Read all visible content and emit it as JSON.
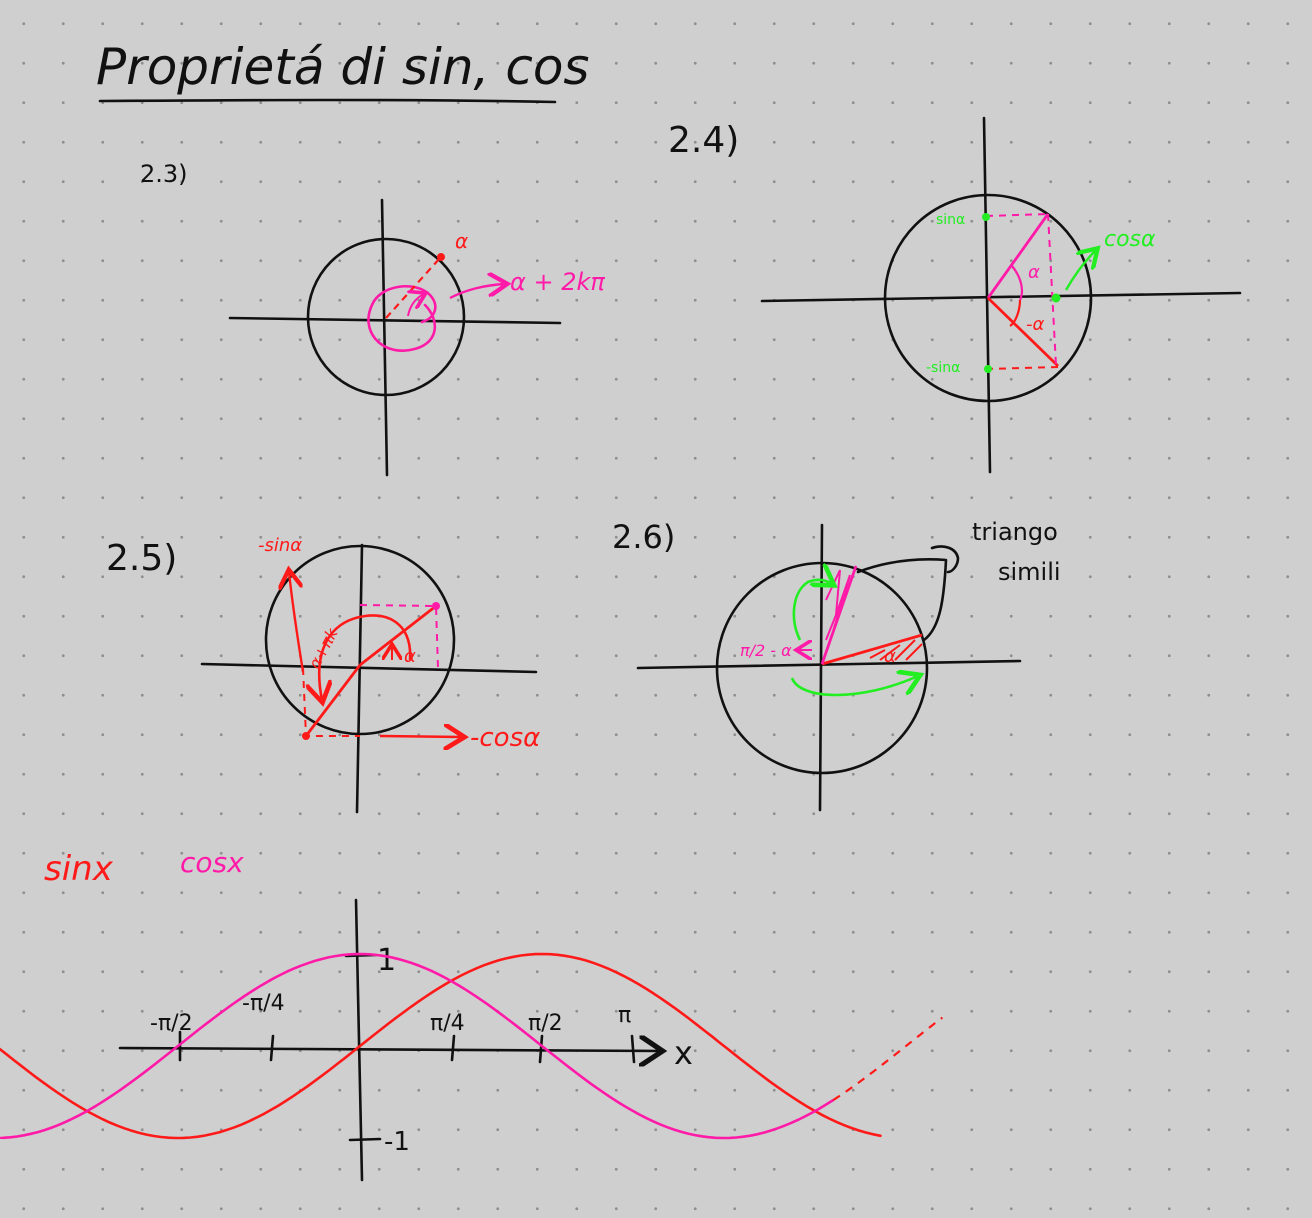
{
  "page_title": "Proprietá di sin, cos",
  "sections": {
    "s23": {
      "label": "2.3)",
      "alpha": "α",
      "alpha_2kpi": "α + 2kπ"
    },
    "s24": {
      "label": "2.4)",
      "sin_alpha": "sinα",
      "minus_sin_alpha": "-sinα",
      "cos_alpha": "cosα",
      "alpha": "α",
      "minus_alpha": "-α"
    },
    "s25": {
      "label": "2.5)",
      "minus_sin_alpha": "-sinα",
      "alpha_pi_k": "α+πk",
      "alpha": "α",
      "minus_cos_alpha": "-cosα"
    },
    "s26": {
      "label": "2.6)",
      "pi_over_2_minus_alpha": "π/2 - α",
      "alpha": "α",
      "triangoli_line1": "triango",
      "triangoli_line2": "simili"
    }
  },
  "graph": {
    "sin_label": "sinx",
    "cos_label": "cosx",
    "x_axis_label": "x",
    "y_max_label": "1",
    "y_min_label": "-1",
    "ticks": [
      "-π/2",
      "-π/4",
      "π/4",
      "π/2",
      "π"
    ]
  },
  "colors": {
    "ink": "#111111",
    "red": "#ff1a1a",
    "magenta": "#ff1aa8",
    "green": "#22ee22",
    "background": "#cfcfcf"
  }
}
